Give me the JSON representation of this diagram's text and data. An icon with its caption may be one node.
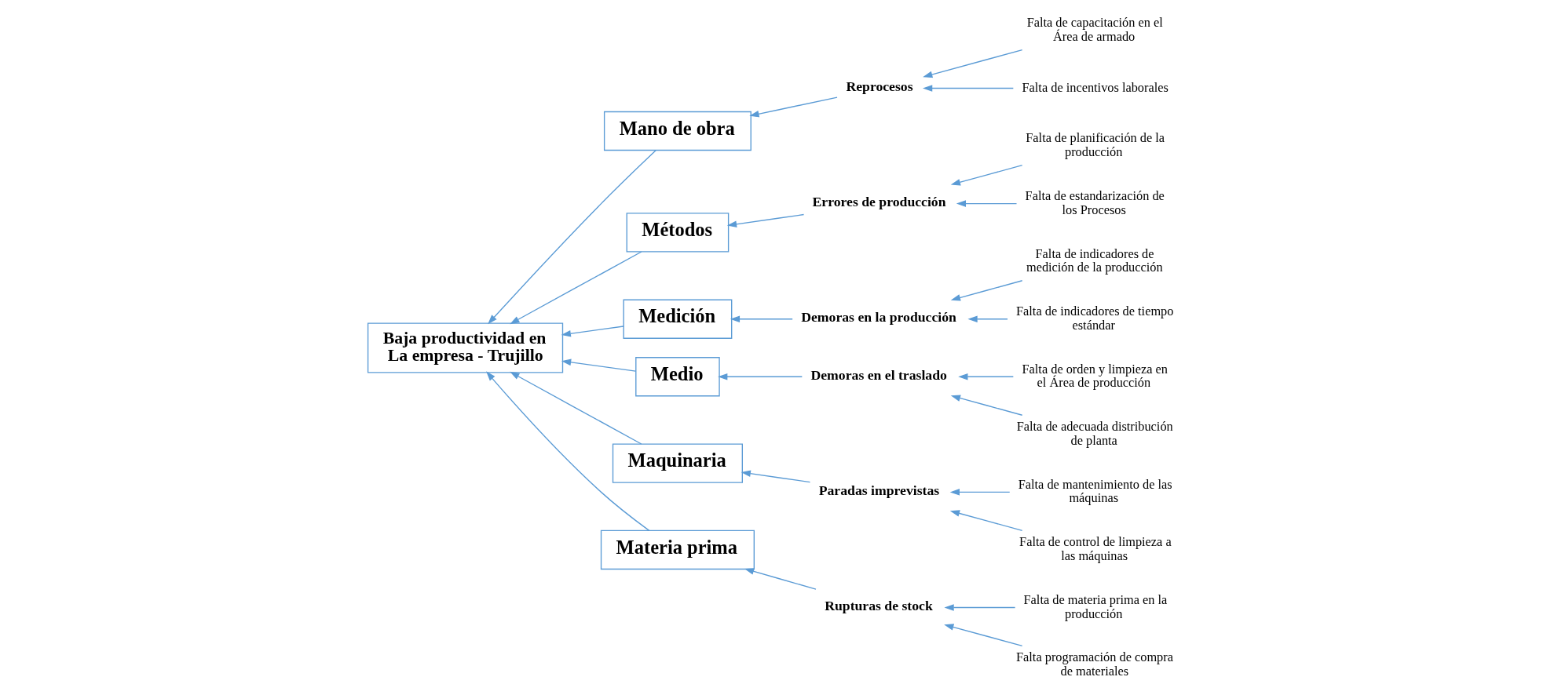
{
  "diagram": {
    "nodes": [
      {
        "text": [
          "Materia prima"
        ]
      },
      {
        "text": [
          "Mano de obra"
        ]
      },
      {
        "text": [
          "Métodos"
        ]
      },
      {
        "text": [
          "Medición"
        ]
      },
      {
        "text": [
          "Medio"
        ]
      },
      {
        "text": [
          "Maquinaria"
        ]
      },
      {
        "text": [
          "Baja productividad en La empresa - Trujillo"
        ]
      },
      {
        "text": [
          "Rupturas de stock"
        ]
      },
      {
        "text": [
          "Falta de materia prima en la producción"
        ]
      },
      {
        "text": [
          "Falta programación de compra de materiales"
        ]
      },
      {
        "text": [
          "Reprocesos"
        ]
      },
      {
        "text": [
          "Falta de capacitación en el Área de armado"
        ]
      },
      {
        "text": [
          "Falta de incentivos laborales"
        ]
      },
      {
        "text": [
          "Errores de producción"
        ]
      },
      {
        "text": [
          "Falta de planificación de la producción"
        ]
      },
      {
        "text": [
          "Falta de estandarización de los Procesos"
        ]
      },
      {
        "text": [
          "Demoras en la producción"
        ]
      },
      {
        "text": [
          "Falta de indicadores de medición de la producción"
        ]
      },
      {
        "text": [
          "Falta de indicadores de tiempo estándar"
        ]
      },
      {
        "text": [
          "Demoras en el traslado"
        ]
      },
      {
        "text": [
          "Falta de orden y limpieza en el Área de producción"
        ]
      },
      {
        "text": [
          "Falta de adecuada distribución de planta"
        ]
      },
      {
        "text": [
          "Paradas imprevistas"
        ]
      },
      {
        "text": [
          "Falta de mantenimiento de las máquinas"
        ]
      },
      {
        "text": [
          "Falta de control de limpieza a las máquinas"
        ]
      }
    ],
    "edges": [
      {
        "from": 0,
        "to": 6,
        "arrow": "to"
      },
      {
        "from": 1,
        "to": 6,
        "arrow": "to"
      },
      {
        "from": 2,
        "to": 6,
        "arrow": "to"
      },
      {
        "from": 3,
        "to": 6,
        "arrow": "to"
      },
      {
        "from": 4,
        "to": 6,
        "arrow": "to"
      },
      {
        "from": 5,
        "to": 6,
        "arrow": "to"
      },
      {
        "from": 7,
        "to": 0,
        "arrow": "to"
      },
      {
        "from": 8,
        "to": 7,
        "arrow": "to"
      },
      {
        "from": 9,
        "to": 7,
        "arrow": "to"
      },
      {
        "from": 10,
        "to": 1,
        "arrow": "to"
      },
      {
        "from": 11,
        "to": 10,
        "arrow": "to"
      },
      {
        "from": 12,
        "to": 10,
        "arrow": "to"
      },
      {
        "from": 13,
        "to": 2,
        "arrow": "to"
      },
      {
        "from": 14,
        "to": 13,
        "arrow": "to"
      },
      {
        "from": 15,
        "to": 13,
        "arrow": "to"
      },
      {
        "from": 16,
        "to": 3,
        "arrow": "to"
      },
      {
        "from": 17,
        "to": 16,
        "arrow": "to"
      },
      {
        "from": 18,
        "to": 16,
        "arrow": "to"
      },
      {
        "from": 19,
        "to": 4,
        "arrow": "to"
      },
      {
        "from": 20,
        "to": 19,
        "arrow": "to"
      },
      {
        "from": 21,
        "to": 19,
        "arrow": "to"
      },
      {
        "from": 22,
        "to": 5,
        "arrow": "to"
      },
      {
        "from": 23,
        "to": 22,
        "arrow": "to"
      },
      {
        "from": 24,
        "to": 22,
        "arrow": "to"
      }
    ]
  }
}
